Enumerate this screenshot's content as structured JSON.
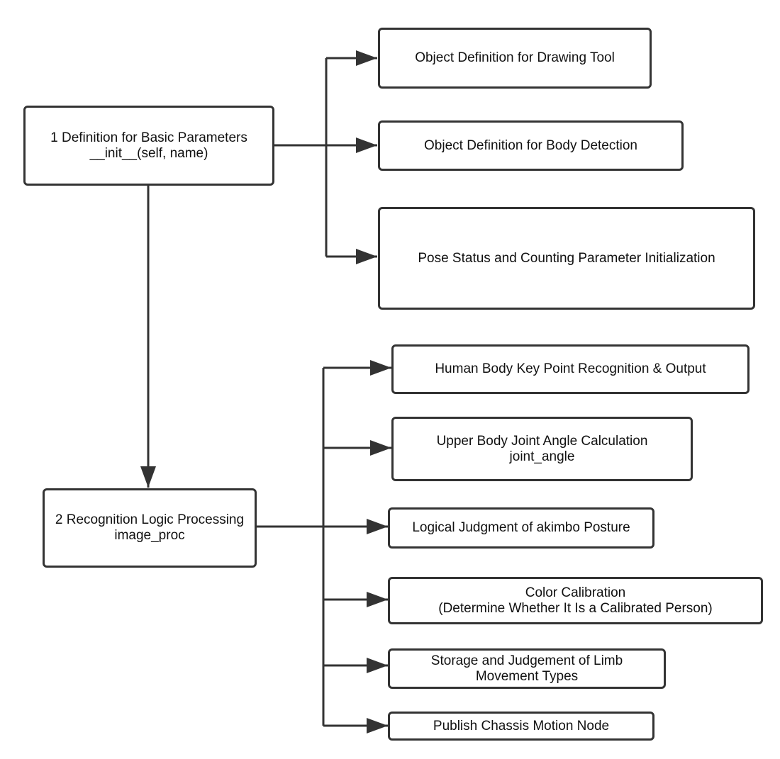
{
  "diagram": {
    "colors": {
      "border": "#333333",
      "line": "#333333",
      "text": "#111111",
      "background": "#ffffff"
    },
    "nodes": {
      "init": {
        "line1": "1 Definition for Basic Parameters",
        "line2": "__init__(self, name)"
      },
      "drawing_tool": {
        "line1": "Object Definition for Drawing Tool"
      },
      "body_detection": {
        "line1": "Object Definition for Body Detection"
      },
      "pose_status": {
        "line1": "Pose Status and Counting Parameter Initialization"
      },
      "image_proc": {
        "line1": "2 Recognition Logic Processing",
        "line2": "image_proc"
      },
      "keypoint": {
        "line1": "Human Body Key Point Recognition & Output"
      },
      "joint_angle": {
        "line1": "Upper Body Joint Angle Calculation",
        "line2": "joint_angle"
      },
      "akimbo": {
        "line1": "Logical Judgment of akimbo Posture"
      },
      "color_calibration": {
        "line1": "Color Calibration",
        "line2": "(Determine Whether It Is a Calibrated Person)"
      },
      "limb_storage": {
        "line1": "Storage and Judgement of Limb",
        "line2": "Movement Types"
      },
      "chassis": {
        "line1": "Publish Chassis Motion Node"
      }
    }
  }
}
